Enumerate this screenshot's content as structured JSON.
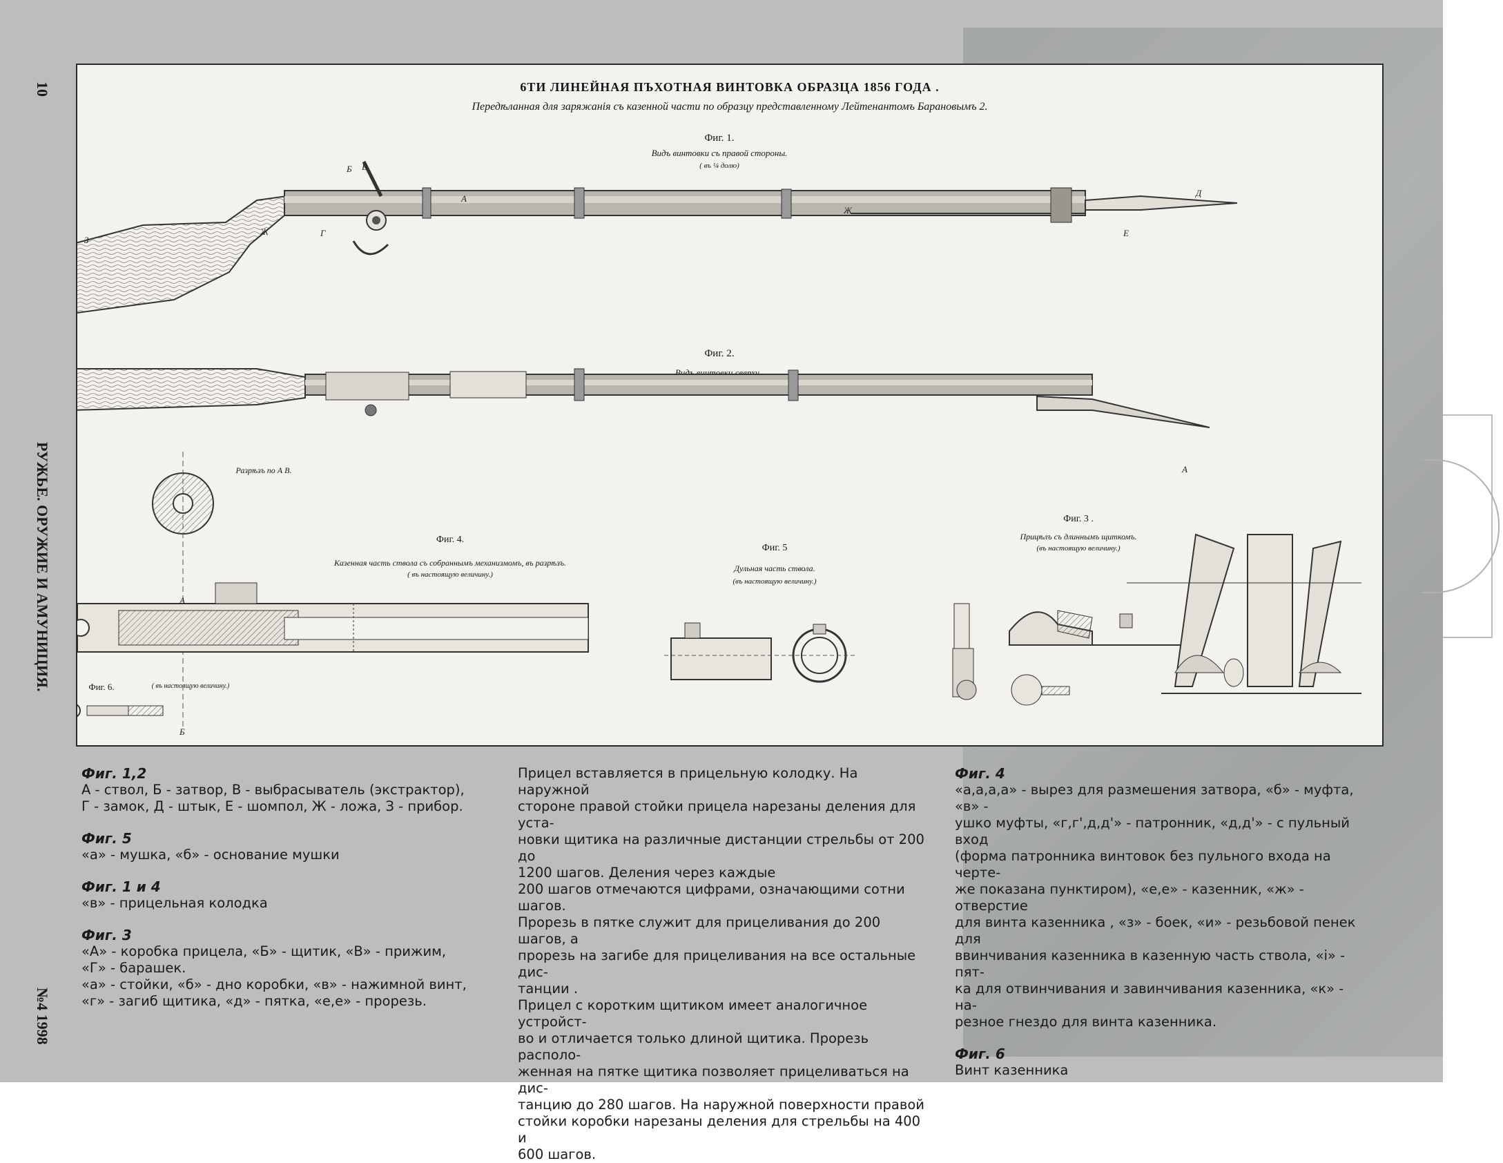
{
  "side": {
    "page_number": "10",
    "section_title": "РУЖЬЕ. ОРУЖИЕ И АМУНИЦИЯ.",
    "issue": "№4 1998"
  },
  "plate": {
    "title": "6ТИ ЛИНЕЙНАЯ ПЪХОТНАЯ ВИНТОВКА ОБРАЗЦА 1856 ГОДА .",
    "subtitle": "Передѣланная для заряжанія съ казенной части по образцу представленному Лейтенантомъ Барановымъ 2.",
    "fig1": {
      "label": "Фиг. 1.",
      "desc": "Видъ винтовки съ правой стороны.",
      "scale": "( въ ¼ долю)"
    },
    "fig2": {
      "label": "Фиг. 2.",
      "desc": "Видъ винтовки сверху ."
    },
    "cut_label": "Разрѣзъ по А В.",
    "fig3": {
      "label": "Фиг. 3 .",
      "desc": "Прицѣлъ съ длиннымъ щиткомъ.",
      "scale": "(въ настоящую величину.)"
    },
    "fig4": {
      "label": "Фиг. 4.",
      "desc": "Казенная часть ствола съ собраннымъ механизмомъ, въ разрѣзъ.",
      "scale": "( въ настоящую величину.)"
    },
    "fig5": {
      "label": "Фиг. 5",
      "desc": "Дульная часть ствола.",
      "scale": "(въ настоящую величину.)"
    },
    "fig6": {
      "label": "Фиг. 6.",
      "scale": "( въ настоящую величину.)"
    },
    "letters": {
      "A": "А",
      "B": "Б",
      "V": "В",
      "G": "Г",
      "D": "Д",
      "E": "Е",
      "Zh": "Ж",
      "Z": "З"
    }
  },
  "columns": {
    "col1": [
      {
        "heading": "Фиг. 1,2",
        "lines": [
          "А - ствол, Б - затвор, В - выбрасыватель (экстрактор),",
          "Г - замок, Д - штык, Е - шомпол, Ж - ложа, З - прибор."
        ]
      },
      {
        "heading": "Фиг. 5",
        "lines": [
          "«а» - мушка, «б» - основание мушки"
        ]
      },
      {
        "heading": "Фиг. 1 и 4",
        "lines": [
          "«в» - прицельная колодка"
        ]
      },
      {
        "heading": "Фиг. 3",
        "lines": [
          "«А» - коробка прицела, «Б» - щитик, «В» - прижим,",
          "«Г» - барашек.",
          "«а» - стойки, «б» - дно коробки, «в» - нажимной винт,",
          "«г» - загиб щитика, «д» - пятка, «е,е» - прорезь."
        ]
      }
    ],
    "col2": {
      "p1": [
        "Прицел вставляется в прицельную колодку. На наружной",
        "стороне правой стойки прицела нарезаны деления для уста-",
        "новки щитика на различные дистанции стрельбы от 200 до",
        "1200 шагов. Деления через каждые",
        "200 шагов отмечаются цифрами, означающими сотни шагов.",
        "Прорезь в пятке служит для прицеливания до 200 шагов, а",
        "прорезь на загибе для прицеливания на все остальные дис-",
        "танции ."
      ],
      "p2": [
        "Прицел с коротким щитиком имеет аналогичное устройст-",
        "во и отличается только длиной щитика. Прорезь располо-",
        "женная на пятке щитика позволяет прицеливаться на дис-",
        "танцию до 280 шагов. На наружной поверхности правой",
        "стойки коробки нарезаны деления для стрельбы на 400 и",
        "600 шагов."
      ]
    },
    "col3": [
      {
        "heading": "Фиг. 4",
        "lines": [
          "«а,а,а,а» - вырез для размешения затвора, «б» - муфта, «в» -",
          "ушко муфты, «г,г',д,д'» - патронник, «д,д'» - с пульный вход",
          "(форма патронника винтовок без пульного входа на черте-",
          "же показана пунктиром), «е,е» - казенник, «ж» - отверстие",
          "для винта казенника , «з» - боек, «и» - резьбовой пенек для",
          "ввинчивания казенника в казенную часть ствола, «і» - пят-",
          "ка для отвинчивания и завинчивания казенника, «к» - на-",
          "резное гнездо для винта казенника."
        ]
      },
      {
        "heading": "Фиг. 6",
        "lines": [
          "Винт казенника"
        ]
      }
    ]
  }
}
